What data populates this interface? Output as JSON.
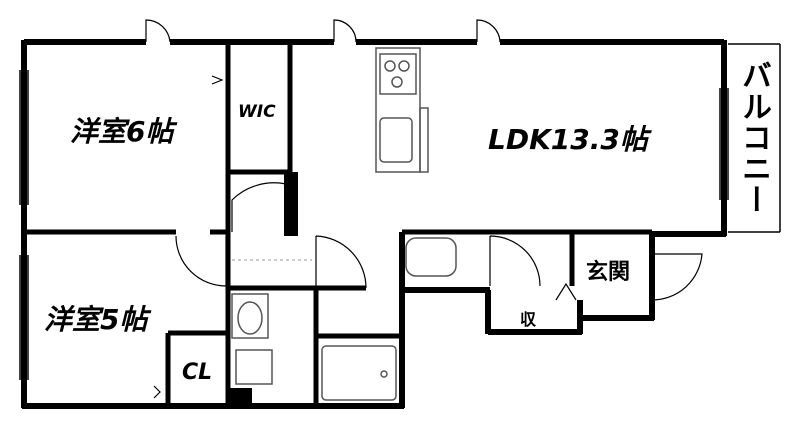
{
  "rooms": {
    "western_6": "洋室6帖",
    "wic": "WIC",
    "ldk": "LDK13.3帖",
    "balcony": "バルコニー",
    "western_5": "洋室5帖",
    "closet": "CL",
    "entrance": "玄関",
    "storage": "収"
  },
  "colors": {
    "wall": "#000000",
    "fixture": "#555555",
    "background": "#ffffff"
  }
}
